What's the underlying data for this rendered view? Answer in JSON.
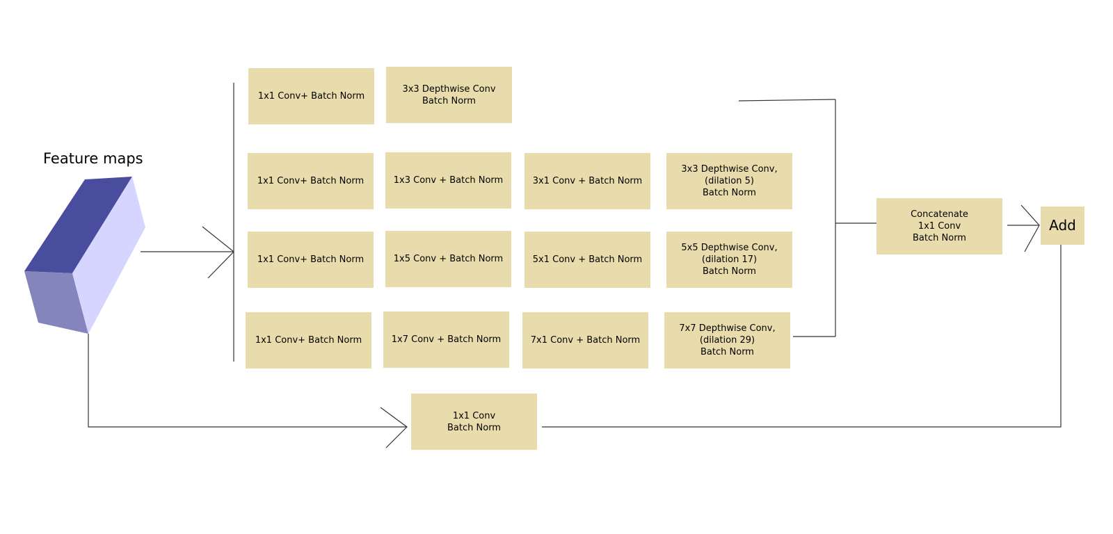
{
  "input": {
    "title": "Feature maps",
    "cube_colors": {
      "top": "#4a4c9e",
      "front": "#8585be",
      "side": "#d5d5ff"
    }
  },
  "box_color": "#e8dcad",
  "line_color": "#333333",
  "branches": [
    {
      "blocks": [
        "1x1 Conv+ Batch Norm",
        "3x3 Depthwise Conv\nBatch Norm"
      ]
    },
    {
      "blocks": [
        "1x1 Conv+ Batch Norm",
        "1x3 Conv + Batch Norm",
        "3x1 Conv + Batch Norm",
        "3x3 Depthwise Conv,\n(dilation 5)\nBatch Norm"
      ]
    },
    {
      "blocks": [
        "1x1 Conv+ Batch Norm",
        "1x5 Conv + Batch Norm",
        "5x1 Conv + Batch Norm",
        "5x5 Depthwise Conv,\n(dilation 17)\nBatch Norm"
      ]
    },
    {
      "blocks": [
        "1x1 Conv+ Batch Norm",
        "1x7 Conv + Batch Norm",
        "7x1 Conv + Batch Norm",
        "7x7 Depthwise Conv,\n(dilation 29)\nBatch Norm"
      ]
    }
  ],
  "concat": "Concatenate\n1x1 Conv\nBatch Norm",
  "add": "Add",
  "shortcut": "1x1  Conv\nBatch Norm"
}
